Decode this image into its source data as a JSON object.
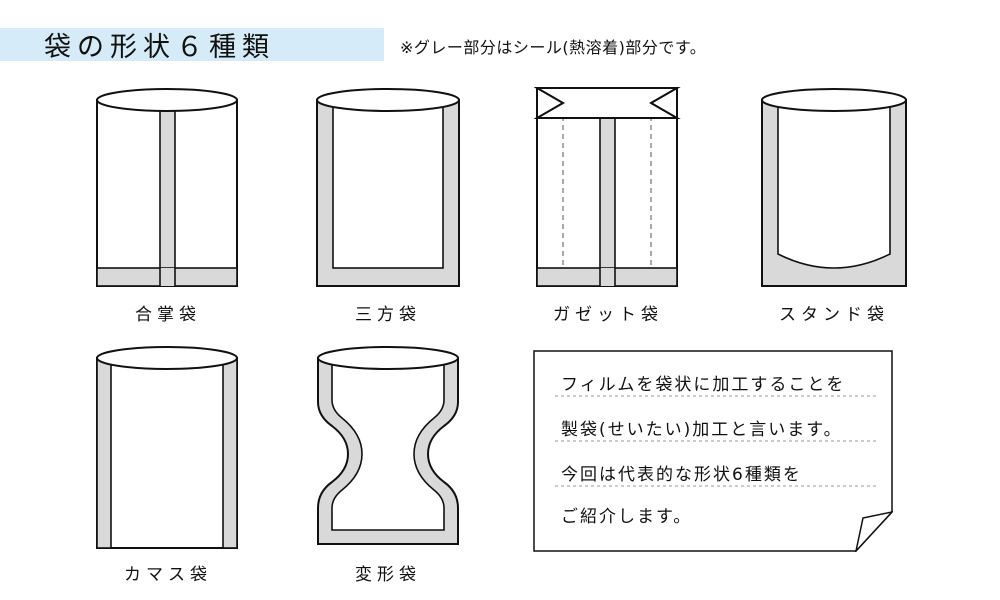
{
  "header": {
    "title": "袋の形状６種類",
    "note": "※グレー部分はシール(熱溶着)部分です。"
  },
  "colors": {
    "title_band": "#d6ebf8",
    "seal_gray": "#d9d9d9",
    "outline": "#111111"
  },
  "bags": [
    {
      "name": "合掌袋",
      "icon": "center-seal-bag-icon"
    },
    {
      "name": "三方袋",
      "icon": "three-side-seal-bag-icon"
    },
    {
      "name": "ガゼット袋",
      "icon": "gusset-bag-icon"
    },
    {
      "name": "スタンド袋",
      "icon": "stand-up-pouch-icon"
    },
    {
      "name": "カマス袋",
      "icon": "side-seal-bag-icon"
    },
    {
      "name": "変形袋",
      "icon": "shaped-bag-icon"
    }
  ],
  "memo": {
    "lines": [
      "フィルムを袋状に加工することを",
      "製袋(せいたい)加工と言います。",
      "今回は代表的な形状6種類を",
      "ご紹介します。"
    ]
  }
}
